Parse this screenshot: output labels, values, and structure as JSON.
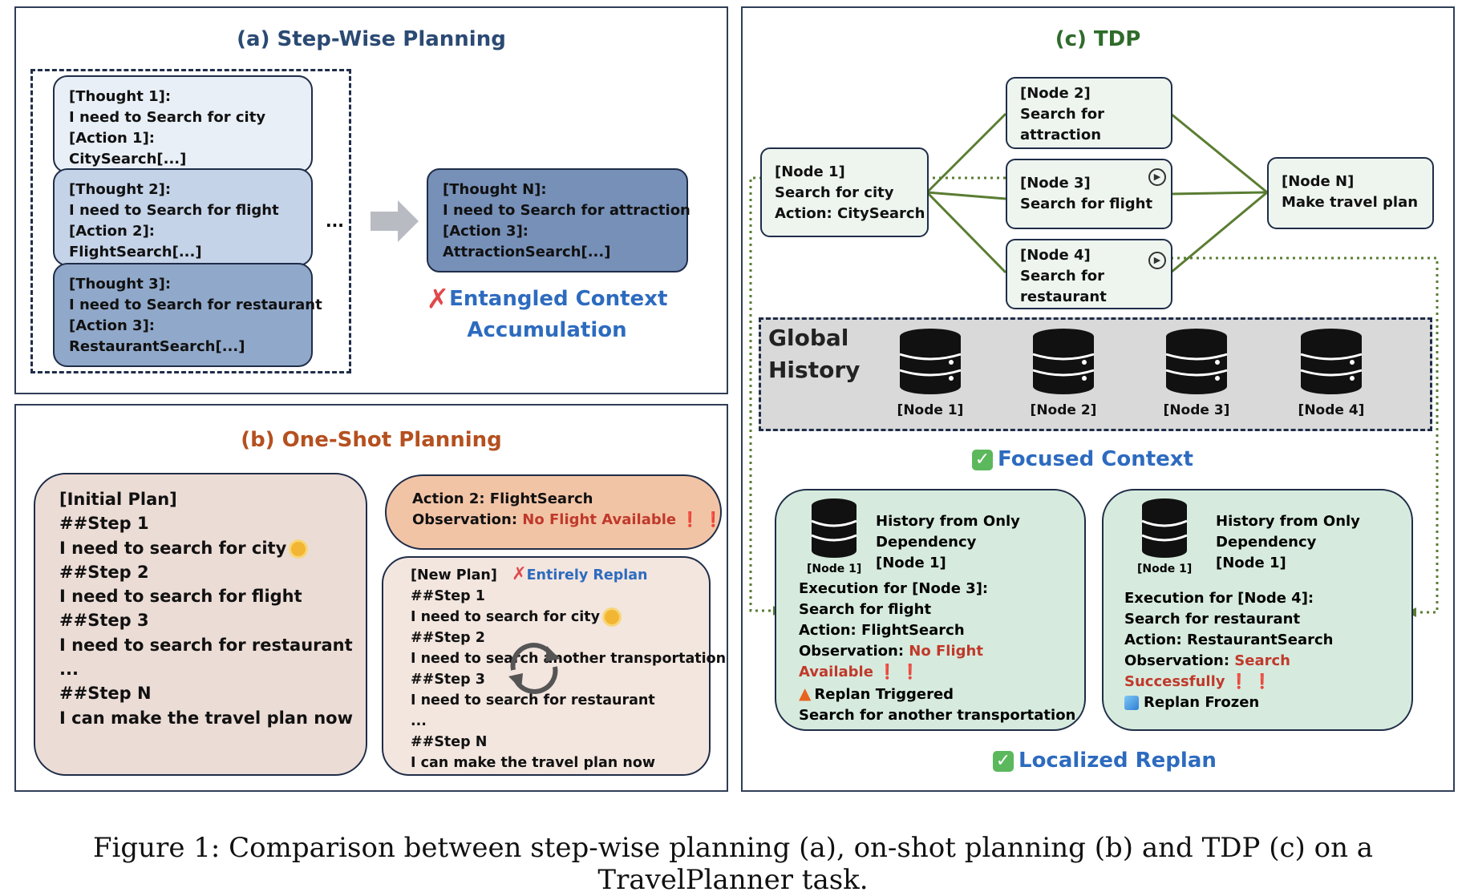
{
  "panel_a": {
    "title": "(a) Step-Wise Planning",
    "thought1": [
      "[Thought 1]:",
      "I need to Search for city",
      "[Action 1]:",
      "CitySearch[...]"
    ],
    "thought2": [
      "[Thought 2]:",
      "I need to Search for flight",
      "[Action 2]:",
      "FlightSearch[...]"
    ],
    "thought3": [
      "[Thought 3]:",
      "I need to Search for restaurant",
      "[Action 3]:",
      "RestaurantSearch[...]"
    ],
    "ellipsis": "...",
    "thoughtN": [
      "[Thought N]:",
      "I need to Search for attraction",
      "[Action 3]:",
      "AttractionSearch[...]"
    ],
    "label_line1": "Entangled Context",
    "label_line2": "Accumulation"
  },
  "panel_b": {
    "title": "(b) One-Shot Planning",
    "initial_plan": [
      "[Initial Plan]",
      "##Step 1",
      "I need to search for city",
      "##Step 2",
      "I need to search for flight",
      "##Step 3",
      "I need to search for restaurant",
      "...",
      "##Step N",
      "I can make the travel plan now"
    ],
    "action_line": "Action 2: FlightSearch",
    "observation_prefix": "Observation: ",
    "observation_value": "No Flight Available",
    "exclaim": "❗ ❗",
    "new_plan_title": "[New Plan]",
    "entirely_replan": "Entirely Replan",
    "new_plan": [
      "##Step 1",
      "I need to search for city",
      "##Step 2",
      "I need to search another transportation",
      "##Step 3",
      "I need to search for restaurant",
      "...",
      "##Step N",
      "I can make the travel plan now"
    ]
  },
  "panel_c": {
    "title": "(c) TDP",
    "node1": [
      "[Node 1]",
      "Search for city",
      "Action: CitySearch"
    ],
    "node2": [
      "[Node 2]",
      "Search for",
      "attraction"
    ],
    "node3": [
      "[Node 3]",
      "Search for flight"
    ],
    "node4": [
      "[Node 4]",
      "Search for",
      "restaurant"
    ],
    "nodeN": [
      "[Node N]",
      "Make travel plan"
    ],
    "global_history_line1": "Global",
    "global_history_line2": "History",
    "db_labels": [
      "[Node 1]",
      "[Node 2]",
      "[Node 3]",
      "[Node 4]"
    ],
    "focused_context": "Focused Context",
    "left_card": {
      "db_label": "[Node 1]",
      "history": [
        "History from Only",
        "Dependency",
        "[Node 1]"
      ],
      "exec": [
        "Execution for [Node 3]:",
        "Search for flight",
        "Action: FlightSearch"
      ],
      "obs_prefix": "Observation: ",
      "obs_value_1": "No Flight",
      "obs_value_2": "Available",
      "exclaim": "❗ ❗",
      "replan": "Replan Triggered",
      "last": "Search for another transportation"
    },
    "right_card": {
      "db_label": "[Node 1]",
      "history": [
        "History from Only",
        "Dependency",
        "[Node 1]"
      ],
      "exec": [
        "Execution for [Node 4]:",
        "Search for restaurant",
        "Action: RestaurantSearch"
      ],
      "obs_prefix": "Observation: ",
      "obs_value_1": "Search",
      "obs_value_2": "Successfully",
      "exclaim": "❗ ❗",
      "replan": "Replan Frozen"
    },
    "localized_replan": "Localized Replan"
  },
  "caption": "Figure 1: Comparison between step-wise planning (a), on-shot planning (b) and TDP (c) on a TravelPlanner task.",
  "colors": {
    "title_a": "#2b4a73",
    "title_b": "#b5501f",
    "title_c": "#2f6b2a",
    "edge_green": "#5a7d32"
  }
}
